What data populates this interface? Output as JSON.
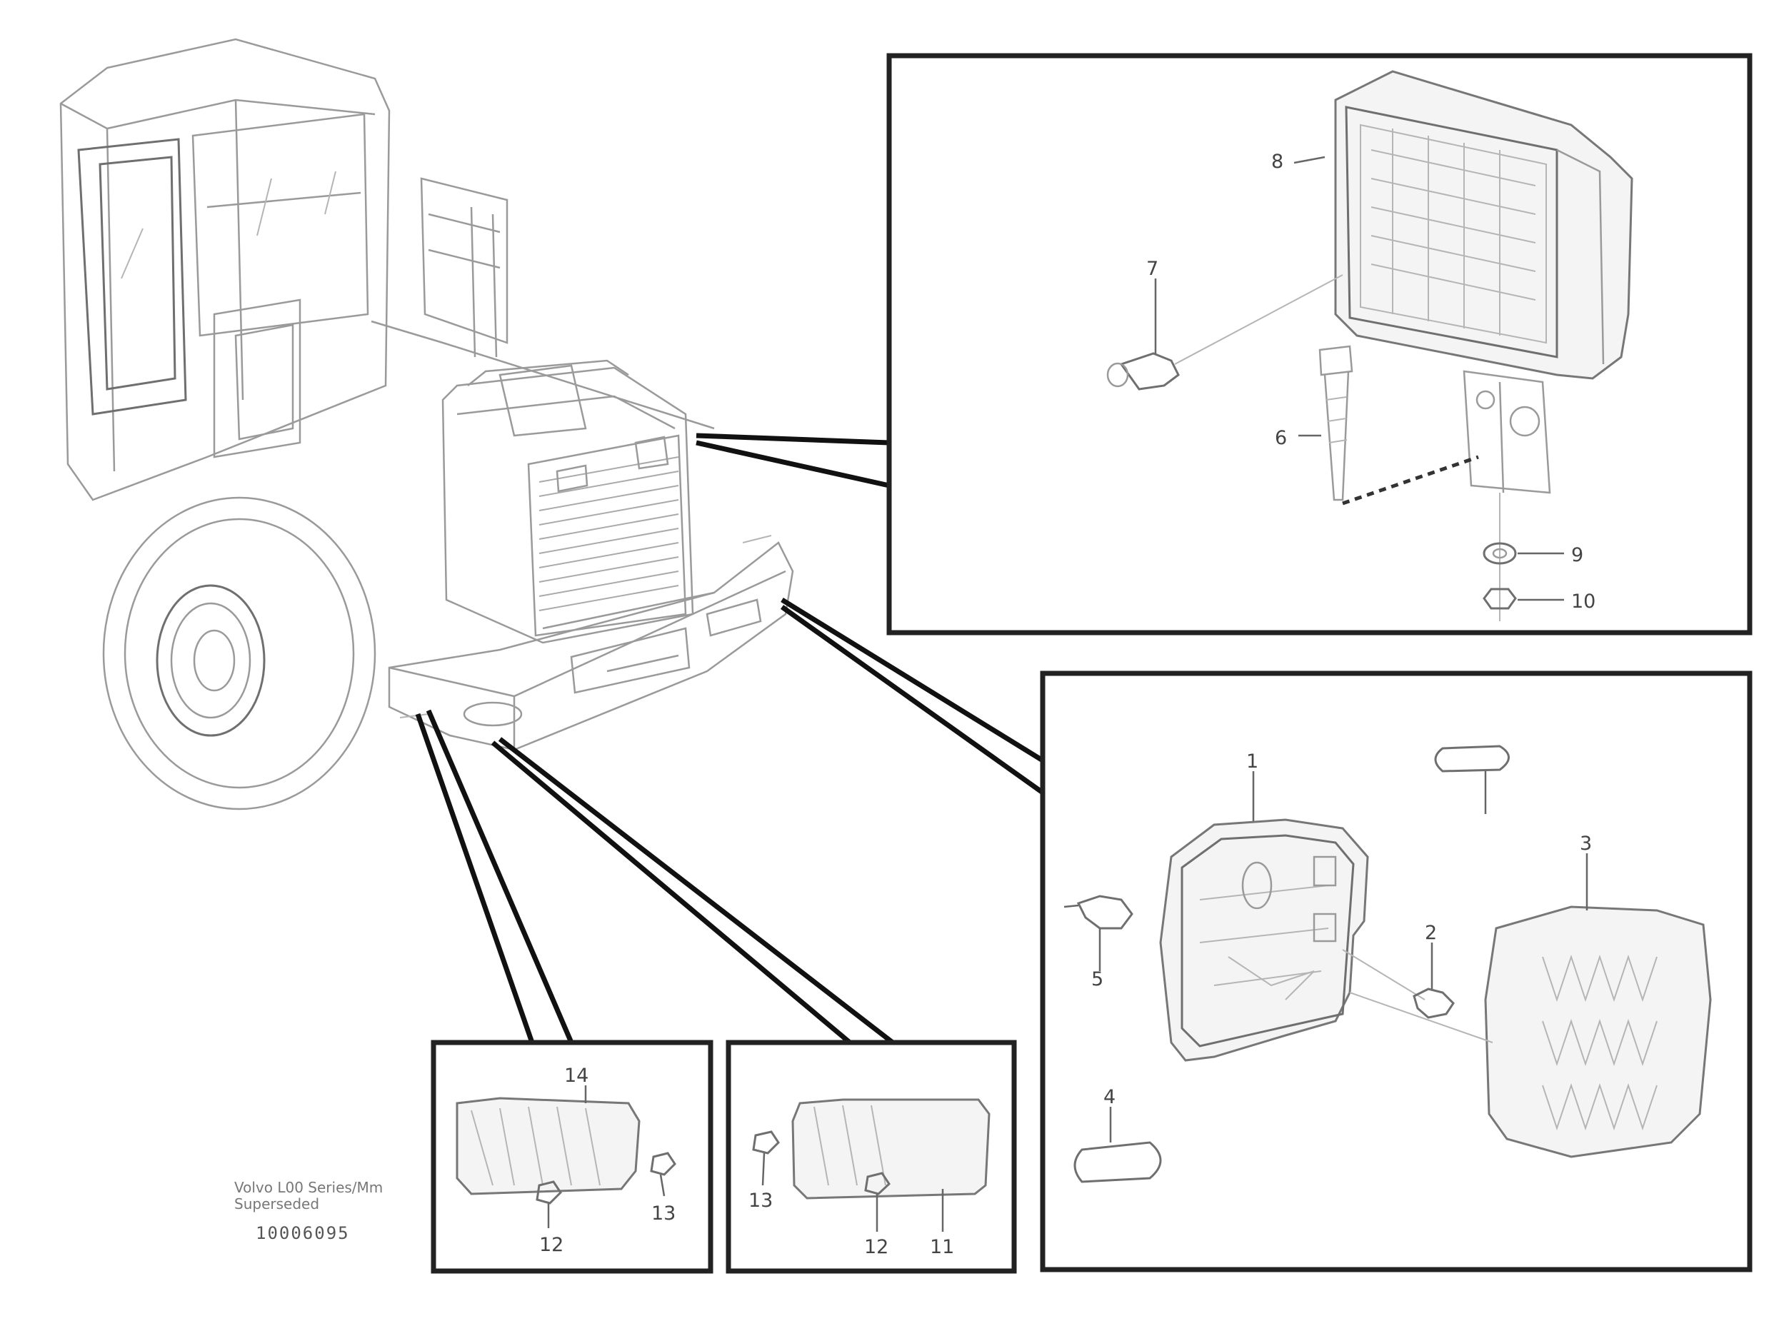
{
  "diagram": {
    "labels": {
      "work_lamp": [
        "8",
        "7",
        "6",
        "9",
        "10"
      ],
      "tail_lamp": [
        "1",
        "3",
        "2",
        "5",
        "4"
      ],
      "marker_left": [
        "14",
        "13",
        "12"
      ],
      "marker_mid": [
        "13",
        "12",
        "11"
      ]
    },
    "caption_lines": [
      "Volvo L00 Series/Mm",
      "Superseded"
    ],
    "drawing_id": "10006095",
    "line_color": "#222222"
  }
}
